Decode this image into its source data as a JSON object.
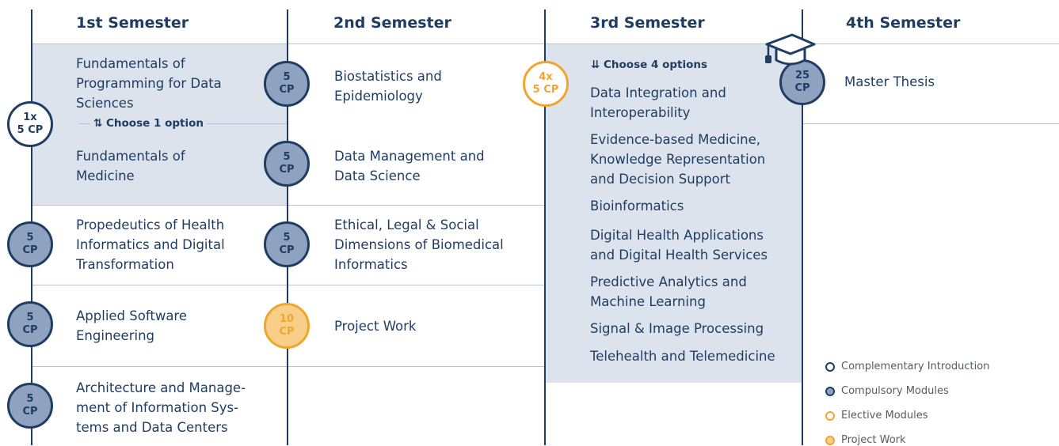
{
  "semesters": [
    {
      "title": "1st Semester"
    },
    {
      "title": "2nd Semester"
    },
    {
      "title": "3rd Semester"
    },
    {
      "title": "4th Semester"
    }
  ],
  "sem1": {
    "choose_label": "Choose 1 option",
    "choose_badge": [
      "1x",
      "5 CP"
    ],
    "modules": [
      "Fundamentals of Programming for Data Sciences",
      "Fundamentals of Medicine",
      "Propedeutics of Health Informatics and Digital Transformation",
      "Applied Software Engineering",
      "Architecture and Management of Information Systems and Data Centers"
    ],
    "badges": [
      [
        "5",
        "CP"
      ],
      [
        "5",
        "CP"
      ],
      [
        "5",
        "CP"
      ]
    ]
  },
  "sem2": {
    "modules": [
      "Biostatistics and Epidemiology",
      "Data Management and Data Science",
      "Ethical, Legal & Social Dimensions of Biomedical Informatics",
      "Project Work"
    ],
    "badges": [
      [
        "5",
        "CP"
      ],
      [
        "5",
        "CP"
      ],
      [
        "5",
        "CP"
      ],
      [
        "10",
        "CP"
      ]
    ]
  },
  "sem3": {
    "choose_label": "Choose 4 options",
    "choose_badge": [
      "4x",
      "5 CP"
    ],
    "modules": [
      "Data Integration and Interoperability",
      "Evidence-based Medicine, Knowledge Representation and Decision Support",
      "Bioinformatics",
      "Digital Health Applications and Digital Health Services",
      "Predictive Analytics and Machine Learning",
      "Signal & Image Processing",
      "Telehealth and Telemedicine"
    ]
  },
  "sem4": {
    "modules": [
      "Master Thesis"
    ],
    "badges": [
      [
        "25",
        "CP"
      ]
    ]
  },
  "legend": [
    {
      "label": "Complementary Introduction",
      "color": "#ffffff"
    },
    {
      "label": "Compulsory Modules",
      "color": "#8fa2bf"
    },
    {
      "label": "Elective Modules",
      "color": "#ffffff"
    },
    {
      "label": "Project Work",
      "color": "#f7cf89"
    }
  ],
  "colors": {
    "primary": "#1f3d63",
    "elective": "#f2a52e",
    "shade": "#dde3ec"
  }
}
